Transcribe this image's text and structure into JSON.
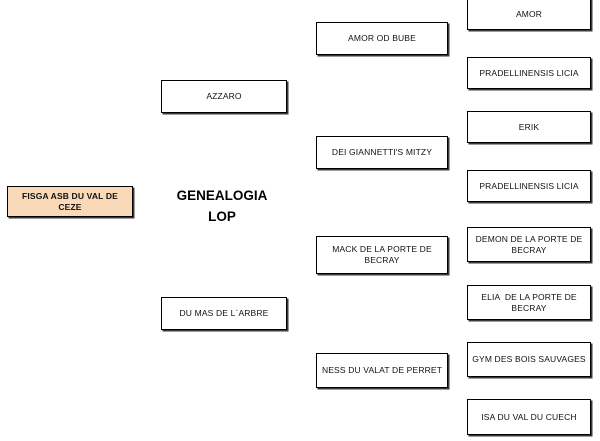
{
  "diagram": {
    "title_line1": "GENEALOGIA",
    "title_line2": "LOP",
    "title_text": "GENEALOGIA\nLOP",
    "background_color": "#ffffff",
    "root_fill_color": "#f9d9b7",
    "node_fill_color": "#ffffff",
    "border_color": "#000000",
    "shadow_color": "#3a3a3a"
  },
  "nodes": {
    "root": {
      "label": "FISGA ASB DU VAL DE CEZE",
      "generation": 0
    },
    "generation1": [
      {
        "label": "AZZARO",
        "generation": 1
      },
      {
        "label": "DU MAS DE L`ARBRE",
        "generation": 1
      }
    ],
    "generation2": [
      {
        "label": "AMOR OD BUBE",
        "generation": 2
      },
      {
        "label": "DEI GIANNETTI'S MITZY",
        "generation": 2
      },
      {
        "label": "MACK DE LA PORTE DE BECRAY",
        "generation": 2
      },
      {
        "label": "NESS DU VALAT DE PERRET",
        "generation": 2
      }
    ],
    "generation3": [
      {
        "label": "AMOR",
        "generation": 3
      },
      {
        "label": "PRADELLINENSIS LICIA",
        "generation": 3
      },
      {
        "label": "ERIK",
        "generation": 3
      },
      {
        "label": "PRADELLINENSIS LICIA",
        "generation": 3
      },
      {
        "label": "DEMON DE LA PORTE DE BECRAY",
        "generation": 3
      },
      {
        "label": "ELIA  DE LA PORTE DE BECRAY",
        "generation": 3
      },
      {
        "label": "GYM DES BOIS SAUVAGES",
        "generation": 3
      },
      {
        "label": "ISA DU VAL DU CUECH",
        "generation": 3
      }
    ]
  }
}
